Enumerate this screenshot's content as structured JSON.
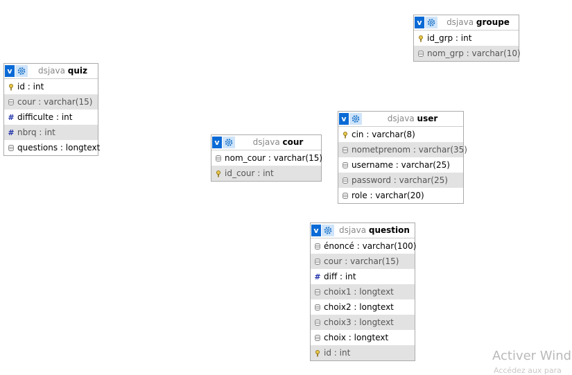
{
  "tables": {
    "quiz": {
      "db": "dsjava",
      "name": "quiz",
      "columns": [
        {
          "label": "id : int",
          "icon": "key"
        },
        {
          "label": "cour : varchar(15)",
          "icon": "column"
        },
        {
          "label": "difficulte : int",
          "icon": "number"
        },
        {
          "label": "nbrq : int",
          "icon": "number"
        },
        {
          "label": "questions : longtext",
          "icon": "column"
        }
      ]
    },
    "cour": {
      "db": "dsjava",
      "name": "cour",
      "columns": [
        {
          "label": "nom_cour : varchar(15)",
          "icon": "column"
        },
        {
          "label": "id_cour : int",
          "icon": "key"
        }
      ]
    },
    "groupe": {
      "db": "dsjava",
      "name": "groupe",
      "columns": [
        {
          "label": "id_grp : int",
          "icon": "key"
        },
        {
          "label": "nom_grp : varchar(10)",
          "icon": "column"
        }
      ]
    },
    "user": {
      "db": "dsjava",
      "name": "user",
      "columns": [
        {
          "label": "cin : varchar(8)",
          "icon": "key"
        },
        {
          "label": "nometprenom : varchar(35)",
          "icon": "column"
        },
        {
          "label": "username : varchar(25)",
          "icon": "column"
        },
        {
          "label": "password : varchar(25)",
          "icon": "column"
        },
        {
          "label": "role : varchar(20)",
          "icon": "column"
        }
      ]
    },
    "question": {
      "db": "dsjava",
      "name": "question",
      "columns": [
        {
          "label": "énoncé : varchar(100)",
          "icon": "column"
        },
        {
          "label": "cour : varchar(15)",
          "icon": "column"
        },
        {
          "label": "diff : int",
          "icon": "number"
        },
        {
          "label": "choix1 : longtext",
          "icon": "column"
        },
        {
          "label": "choix2 : longtext",
          "icon": "column"
        },
        {
          "label": "choix3 : longtext",
          "icon": "column"
        },
        {
          "label": "choix : longtext",
          "icon": "column"
        },
        {
          "label": "id : int",
          "icon": "key"
        }
      ]
    }
  },
  "header_buttons": {
    "toggle_label": "v",
    "options_icon": "gear-icon"
  },
  "watermark": {
    "line1": "Activer Winde",
    "line2": "Accédez aux para"
  },
  "colors": {
    "accent": "#0a6ad6",
    "row_alt": "#e2e2e2",
    "gear_bg": "#cfe4fa"
  }
}
